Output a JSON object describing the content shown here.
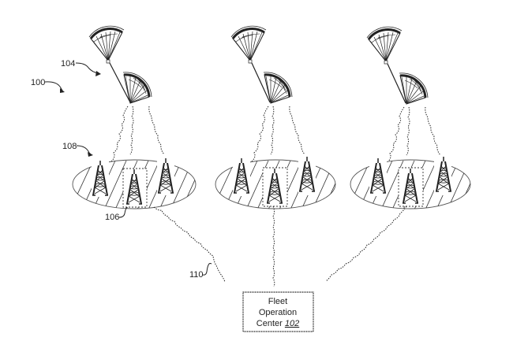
{
  "diagram": {
    "title": "Balloon fleet communication system",
    "reference_labels": {
      "system": "100",
      "balloon_pair": "104",
      "ground_cluster": "108",
      "ground_station": "106",
      "backhaul_link": "110"
    },
    "fleet_center": {
      "line1": "Fleet",
      "line2": "Operation",
      "line3_prefix": "Center ",
      "ref": "102"
    },
    "clusters": [
      {
        "id": "left",
        "balloons": 2,
        "towers": 3,
        "highlighted_tower": 2
      },
      {
        "id": "middle",
        "balloons": 2,
        "towers": 3,
        "highlighted_tower": 2
      },
      {
        "id": "right",
        "balloons": 2,
        "towers": 3,
        "highlighted_tower": 2
      }
    ],
    "colors": {
      "ink": "#222222",
      "background": "#ffffff"
    }
  }
}
